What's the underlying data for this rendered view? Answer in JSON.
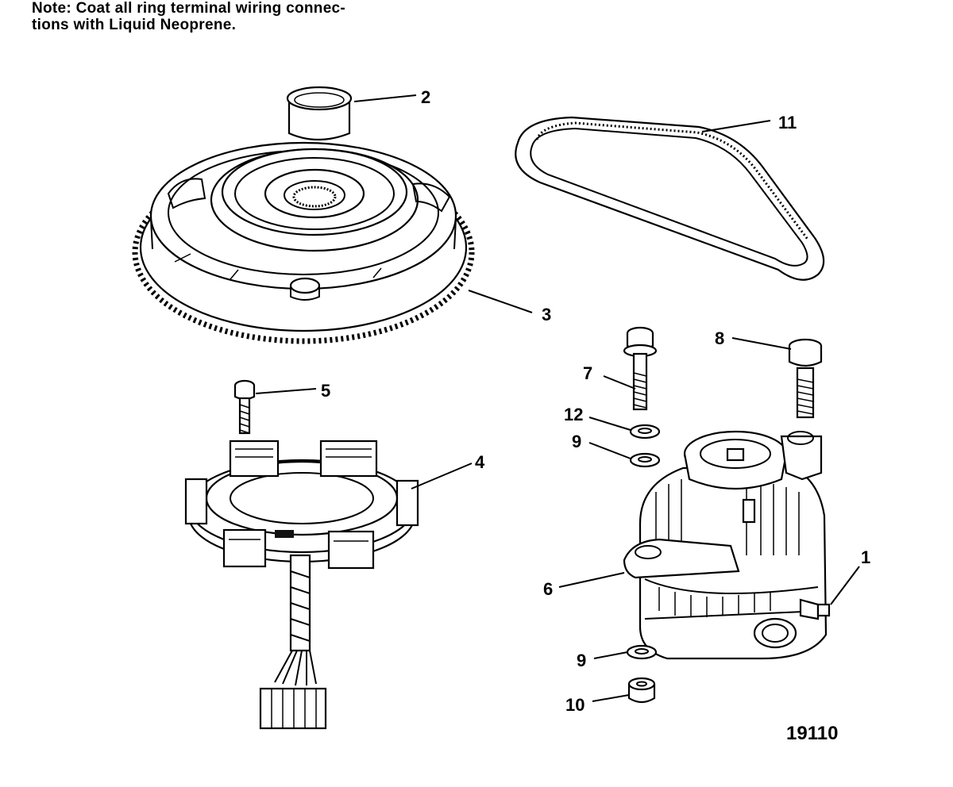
{
  "note": {
    "line1": "Note: Coat all ring terminal wiring connec-",
    "line2": "tions with Liquid Neoprene."
  },
  "callouts": {
    "c1": "1",
    "c2": "2",
    "c3": "3",
    "c4": "4",
    "c5": "5",
    "c6": "6",
    "c7": "7",
    "c8": "8",
    "c9a": "9",
    "c9b": "9",
    "c10": "10",
    "c11": "11",
    "c12": "12"
  },
  "figure_number": "19110"
}
